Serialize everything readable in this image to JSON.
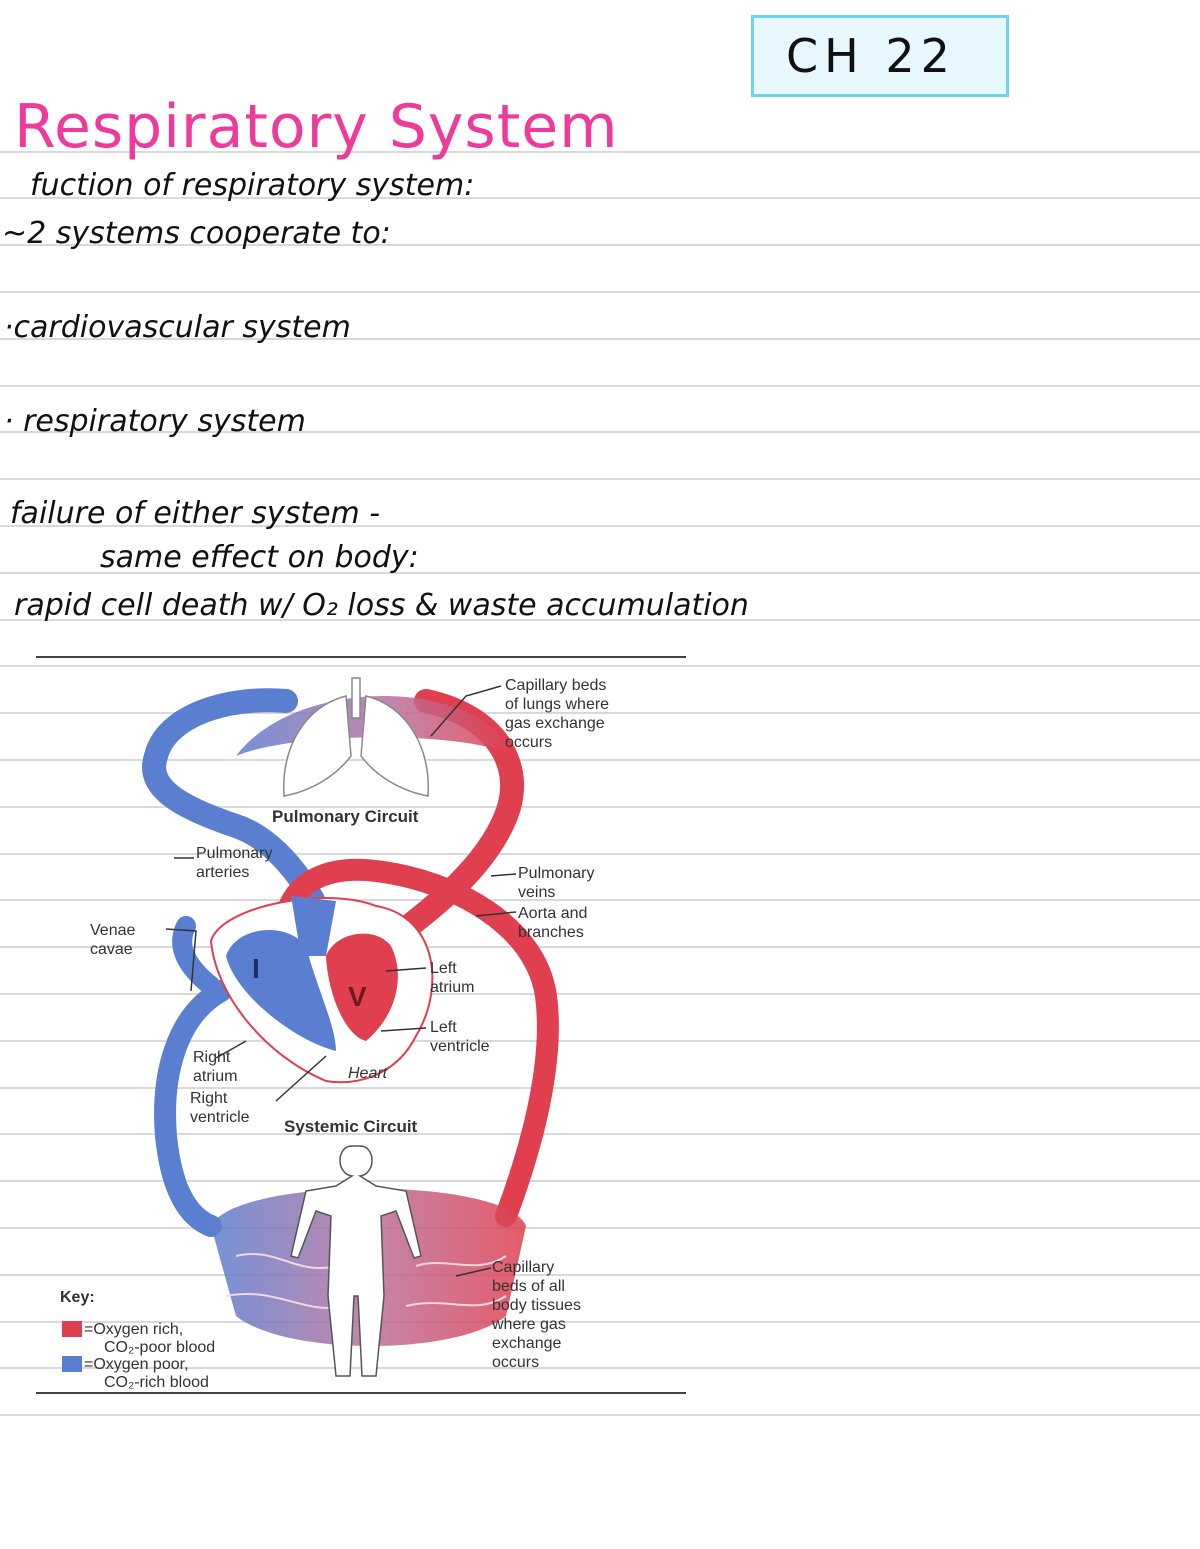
{
  "header": {
    "chapter": "CH  22",
    "title": "Respiratory System"
  },
  "notes": {
    "line1": "fuction of respiratory system:",
    "line2": "~2 systems cooperate to:",
    "line3": "·cardiovascular system",
    "line4": "· respiratory system",
    "line5": "failure of either system -",
    "line6": "same effect on body:",
    "line7": "rapid cell death w/ O₂ loss & waste accumulation"
  },
  "figure": {
    "labels": {
      "capillary_lungs_1": "Capillary beds",
      "capillary_lungs_2": "of lungs where",
      "capillary_lungs_3": "gas exchange",
      "capillary_lungs_4": "occurs",
      "pulmonary_circuit": "Pulmonary Circuit",
      "pulmonary_arteries_1": "Pulmonary",
      "pulmonary_arteries_2": "arteries",
      "pulmonary_veins_1": "Pulmonary",
      "pulmonary_veins_2": "veins",
      "aorta_1": "Aorta and",
      "aorta_2": "branches",
      "venae_1": "Venae",
      "venae_2": "cavae",
      "left_atrium_1": "Left",
      "left_atrium_2": "atrium",
      "left_ventricle_1": "Left",
      "left_ventricle_2": "ventricle",
      "right_atrium_1": "Right",
      "right_atrium_2": "atrium",
      "right_ventricle_1": "Right",
      "right_ventricle_2": "ventricle",
      "heart": "Heart",
      "systemic_circuit": "Systemic Circuit",
      "capillary_body_1": "Capillary",
      "capillary_body_2": "beds of all",
      "capillary_body_3": "body tissues",
      "capillary_body_4": "where gas",
      "capillary_body_5": "exchange",
      "capillary_body_6": "occurs",
      "numeral_left": "I",
      "numeral_right": "V"
    },
    "key": {
      "title": "Key:",
      "rich_1": "=Oxygen rich,",
      "rich_2": "CO₂-poor blood",
      "poor_1": "=Oxygen poor,",
      "poor_2": "CO₂-rich blood"
    },
    "colors": {
      "oxygen_rich": "#e03f4f",
      "oxygen_poor": "#5b7fd0",
      "highlight": "#ee3a9a"
    }
  }
}
